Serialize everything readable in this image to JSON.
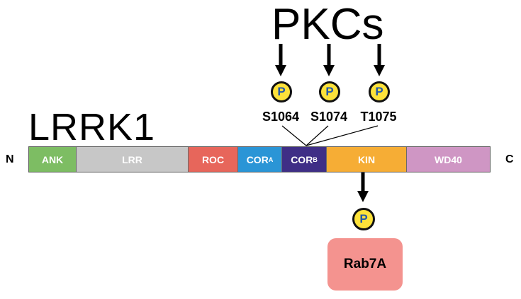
{
  "kinase": {
    "label": "PKCs"
  },
  "protein": {
    "name": "LRRK1",
    "n_terminus": "N",
    "c_terminus": "C",
    "domains": [
      {
        "key": "ank",
        "label": "ANK",
        "sub": "",
        "color": "#7dbd63"
      },
      {
        "key": "lrr",
        "label": "LRR",
        "sub": "",
        "color": "#c7c7c7"
      },
      {
        "key": "roc",
        "label": "ROC",
        "sub": "",
        "color": "#e7665b"
      },
      {
        "key": "cora",
        "label": "COR",
        "sub": "A",
        "color": "#2a95d6"
      },
      {
        "key": "corb",
        "label": "COR",
        "sub": "B",
        "color": "#3f2e86"
      },
      {
        "key": "kin",
        "label": "KIN",
        "sub": "",
        "color": "#f6ad35"
      },
      {
        "key": "wd40",
        "label": "WD40",
        "sub": "",
        "color": "#cf96c4"
      }
    ]
  },
  "phospho_sites": [
    {
      "label": "S1064",
      "badge": "P"
    },
    {
      "label": "S1074",
      "badge": "P"
    },
    {
      "label": "T1075",
      "badge": "P"
    }
  ],
  "substrate": {
    "name": "Rab7A",
    "badge": "P",
    "color": "#f4938f"
  },
  "badge_colors": {
    "fill": "#fde23a",
    "border": "#111111",
    "text": "#2358a8"
  }
}
